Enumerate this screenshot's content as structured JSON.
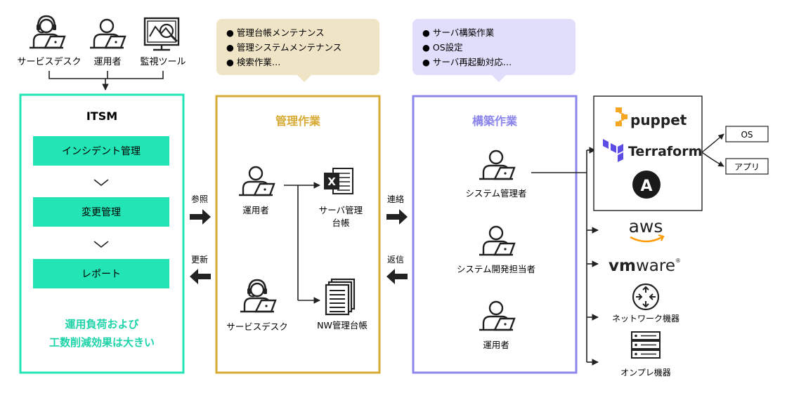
{
  "colors": {
    "itsm": "#22e4b4",
    "itsm_text": "#1fd3a8",
    "mgmt": "#d8ab35",
    "mgmt_bubble": "#f0e4c7",
    "build": "#8c86ec",
    "build_bubble": "#e1defb",
    "line": "#222222",
    "ansible": "#1a1a1a",
    "puppet": "#f5a623",
    "terraform": "#5c4ee5",
    "aws_smile": "#f90"
  },
  "top_users": [
    {
      "label": "サービスデスク",
      "icon": "headset-person-icon"
    },
    {
      "label": "運用者",
      "icon": "person-laptop-icon"
    },
    {
      "label": "監視ツール",
      "icon": "monitor-chart-icon"
    }
  ],
  "itsm": {
    "title": "ITSM",
    "steps": [
      "インシデント管理",
      "変更管理",
      "レポート"
    ],
    "note_lines": [
      "運用負荷および",
      "工数削減効果は大きい"
    ]
  },
  "arrows_left": {
    "ref": "参照",
    "update": "更新"
  },
  "arrows_right": {
    "contact": "連絡",
    "reply": "返信"
  },
  "mgmt": {
    "bubble": [
      "● 管理台帳メンテナンス",
      "● 管理システムメンテナンス",
      "● 検索作業…"
    ],
    "title": "管理作業",
    "operator": "運用者",
    "service_desk": "サービスデスク",
    "ledger1_lines": [
      "サーバ管理",
      "台帳"
    ],
    "ledger2": "NW管理台帳",
    "excel_letter": "X"
  },
  "build": {
    "bubble": [
      "● サーバ構築作業",
      "● OS設定",
      "● サーバ再起動対応…"
    ],
    "title": "構築作業",
    "people": [
      "システム管理者",
      "システム開発担当者",
      "運用者"
    ]
  },
  "tools": {
    "puppet": "puppet",
    "terraform": "Terraform",
    "ansible_letter": "A",
    "outputs": [
      "OS",
      "アプリ"
    ],
    "aws": "aws",
    "vmware_bold": "vm",
    "vmware_light": "ware",
    "vmware_mark": "®",
    "network": "ネットワーク機器",
    "onprem": "オンプレ機器"
  }
}
